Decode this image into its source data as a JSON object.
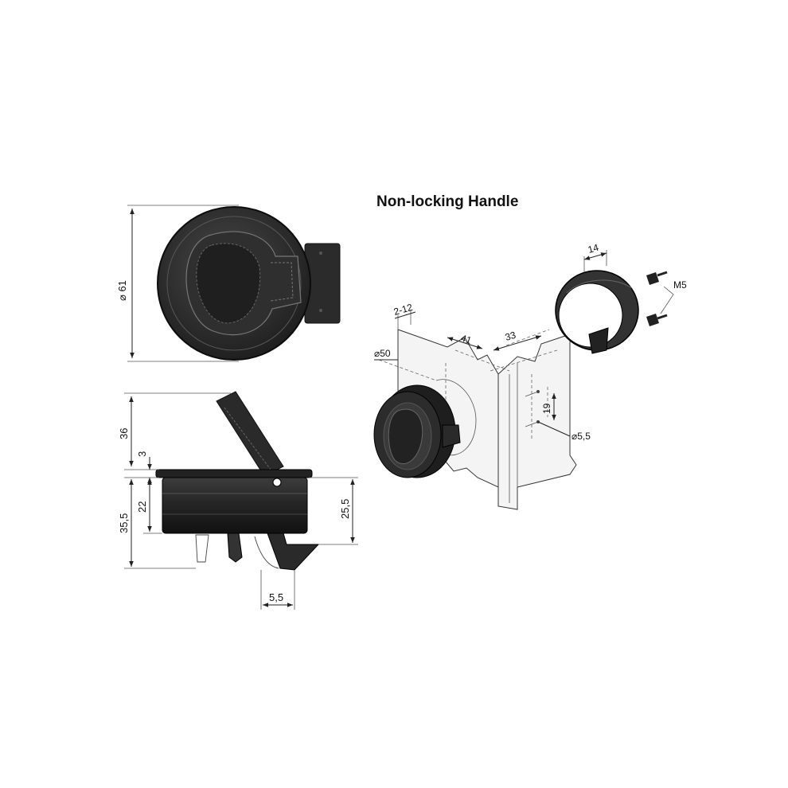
{
  "title": "Non-locking Handle",
  "dimensions": {
    "front_diameter": "⌀ 61",
    "total_height": "36",
    "flange": "3",
    "body_height": "22",
    "depth": "35,5",
    "right_height": "25,5",
    "cam_width": "5,5",
    "panel_thickness": "2-12",
    "cutout_diameter": "⌀50",
    "cutout_offset": "41",
    "bracket_offset": "33",
    "hole_spacing": "19",
    "hole_diameter": "⌀5,5",
    "ring_width": "14",
    "screw": "M5"
  }
}
